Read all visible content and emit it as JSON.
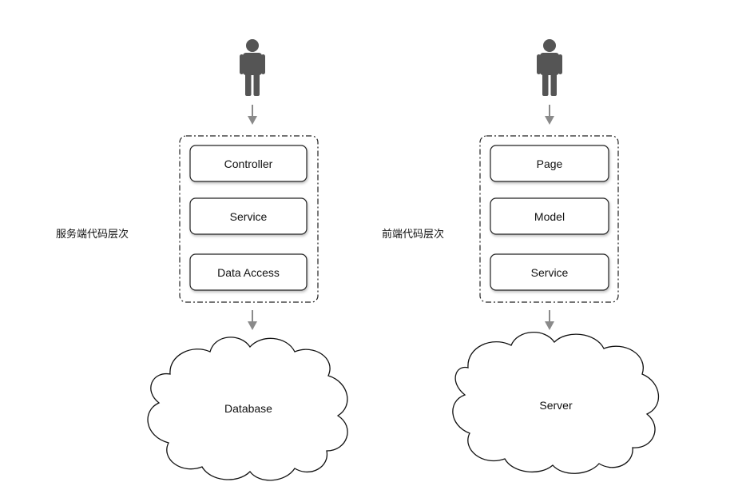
{
  "diagram": {
    "server_side": {
      "title": "服务端代码层次",
      "layers": [
        "Controller",
        "Service",
        "Data Access"
      ],
      "store": "Database"
    },
    "client_side": {
      "title": "前端代码层次",
      "layers": [
        "Page",
        "Model",
        "Service"
      ],
      "store": "Server"
    },
    "icons": [
      "person-icon",
      "arrow-down-icon",
      "cloud-icon"
    ],
    "colors": {
      "person": "#555555",
      "arrow": "#8a8a8a",
      "stroke": "#222222"
    }
  }
}
